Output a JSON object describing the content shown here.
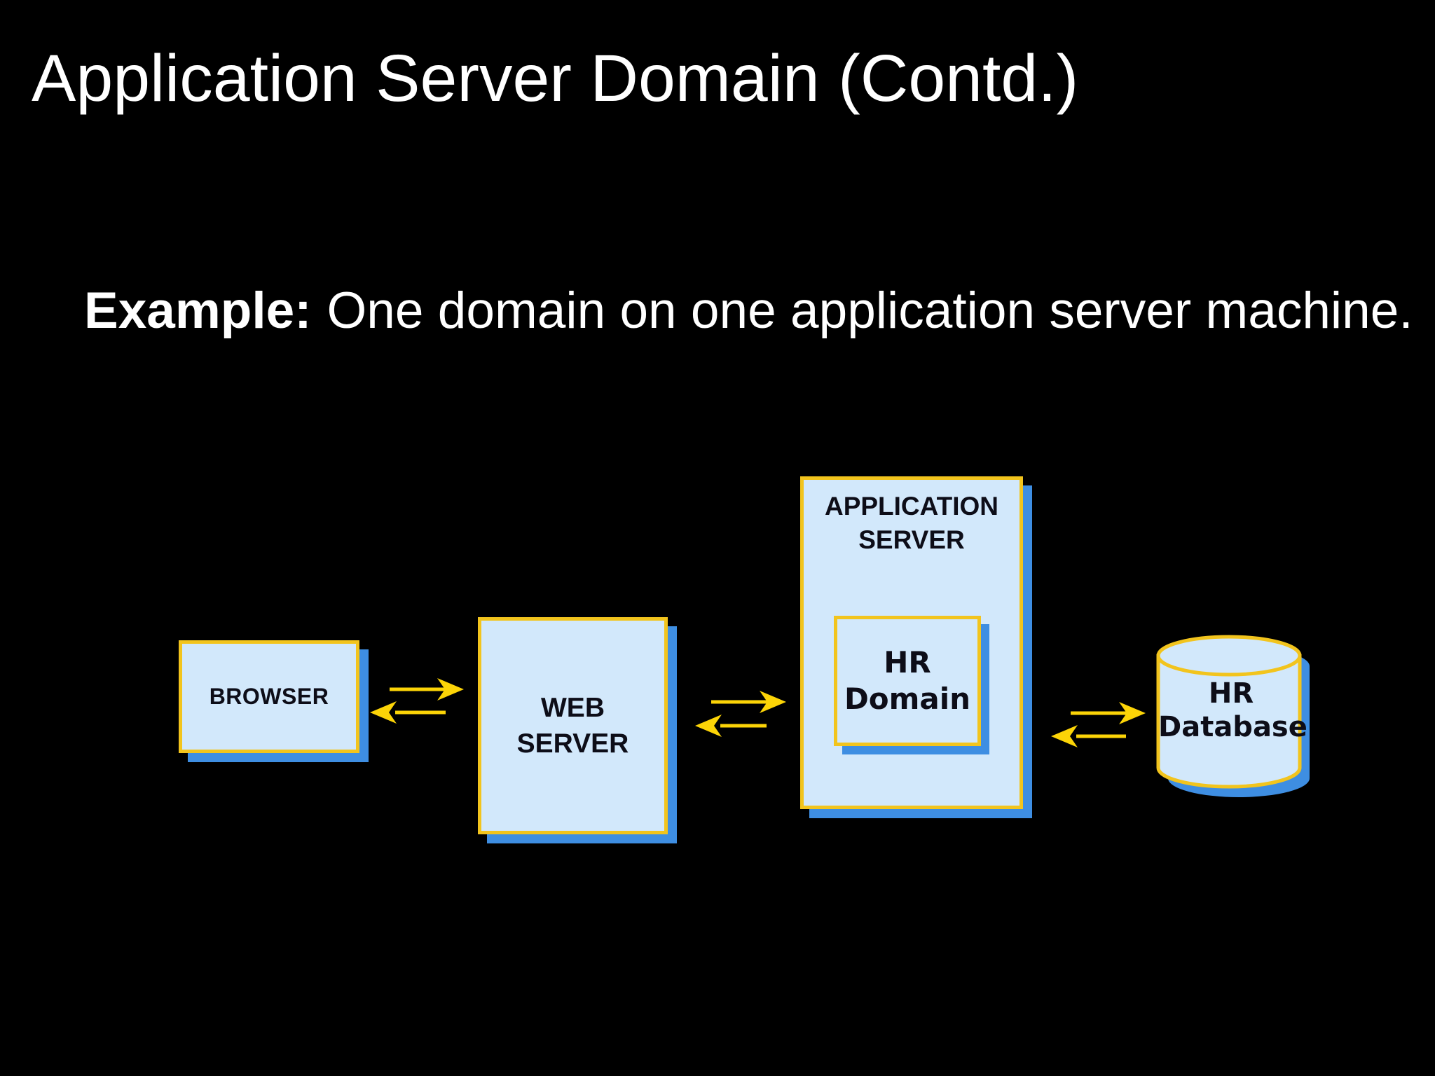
{
  "slide": {
    "title": "Application Server Domain (Contd.)",
    "example": {
      "label": "Example:",
      "text": "One domain on one application server machine."
    }
  },
  "diagram": {
    "nodes": [
      {
        "id": "browser",
        "label": "BROWSER",
        "shape": "rectangle"
      },
      {
        "id": "web-server",
        "label": "WEB\nSERVER",
        "shape": "rectangle"
      },
      {
        "id": "application-server",
        "label": "APPLICATION\nSERVER",
        "shape": "rectangle"
      },
      {
        "id": "hr-domain",
        "label": "HR\nDomain",
        "shape": "rectangle",
        "parent": "application-server"
      },
      {
        "id": "hr-database",
        "label": "HR\nDatabase",
        "shape": "cylinder"
      }
    ],
    "links": [
      {
        "from": "browser",
        "to": "web-server",
        "bidirectional": true
      },
      {
        "from": "web-server",
        "to": "application-server",
        "bidirectional": true
      },
      {
        "from": "application-server",
        "to": "hr-database",
        "bidirectional": true
      }
    ],
    "colors": {
      "background": "#000000",
      "title_text": "#ffffff",
      "node_fill": "#d2e8fb",
      "node_border": "#f2c41d",
      "node_shadow": "#3e8ee2",
      "node_text": "#0d0d18",
      "arrow": "#fcd407"
    }
  }
}
